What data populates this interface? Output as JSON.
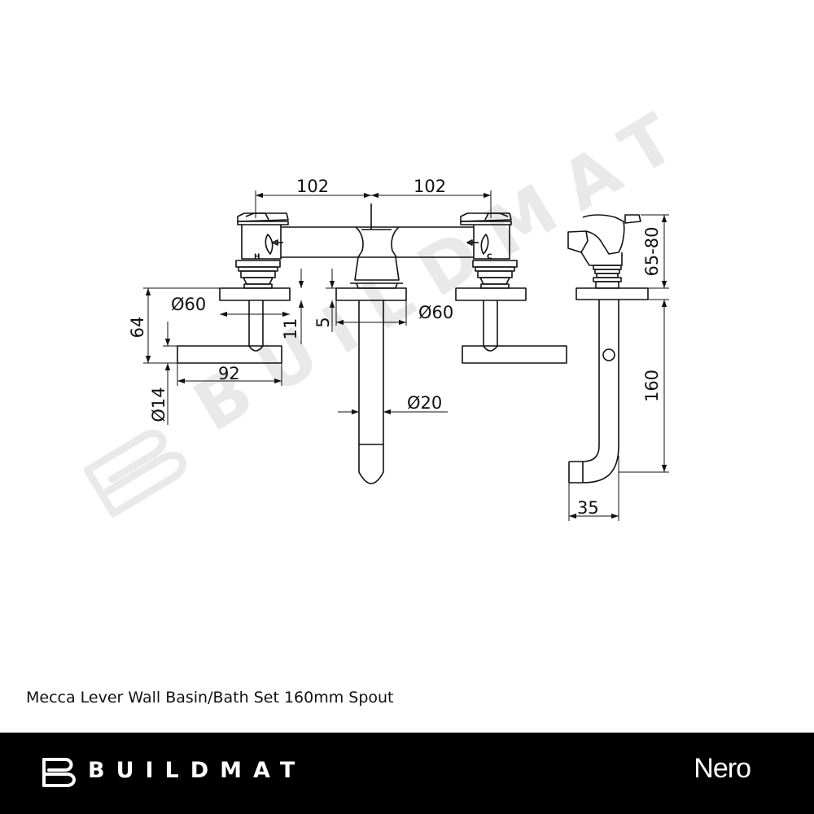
{
  "product": {
    "title": "Mecca Lever Wall Basin/Bath Set 160mm Spout"
  },
  "footer": {
    "brand": "BUILDMAT",
    "partner": "Nero",
    "background": "#000000",
    "text_color": "#ffffff"
  },
  "watermark": {
    "text": "BUILDMAT",
    "color": "#e9e9e9"
  },
  "dimensions": {
    "spacing_left": "102",
    "spacing_right": "102",
    "flange_left": "Ø60",
    "flange_center": "Ø60",
    "lever_height": "64",
    "lever_offset": "11",
    "spout_offset": "5",
    "lever_length": "92",
    "lever_diameter": "Ø14",
    "spout_diameter": "Ø20",
    "wall_depth": "65-80",
    "spout_length": "160",
    "spout_projection": "35"
  },
  "handle_marks": {
    "hot": "H",
    "cold": "C"
  }
}
